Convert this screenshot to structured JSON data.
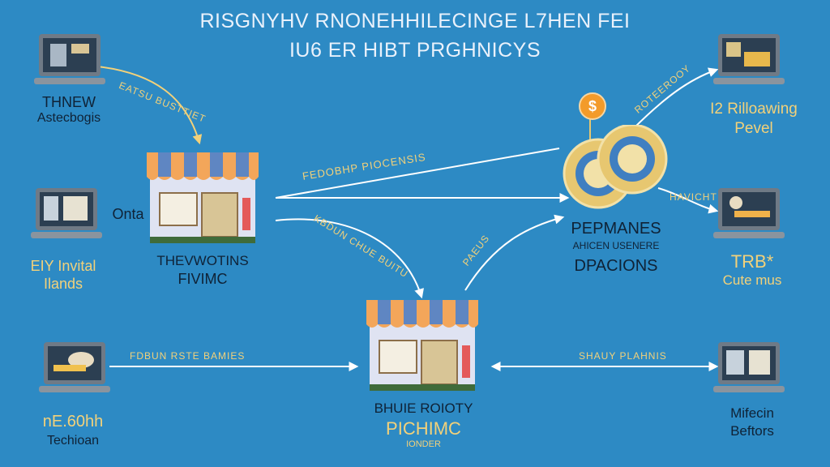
{
  "title": {
    "line1": "RISGNYHV RNONEHHILECINGE L7HEN FEI",
    "line2": "IU6 ER HIBT PRGHNICYS"
  },
  "nodes": {
    "top_left": {
      "line1": "THNEW",
      "line2": "Astecbogis"
    },
    "mid_left": {
      "side": "Onta",
      "line1": "EIY Invital",
      "line2": "Ilands"
    },
    "bottom_left": {
      "line1": "nE.60hh",
      "line2": "Techioan"
    },
    "top_right": {
      "line1": "I2 Rilloawing",
      "line2": "Pevel"
    },
    "mid_right": {
      "line1": "TRB*",
      "line2": "Cute mus"
    },
    "bottom_right": {
      "line1": "Mifecin",
      "line2": "Beftors"
    },
    "store_top": {
      "line1": "THEVWOTINS",
      "line2": "FIVIMC"
    },
    "store_bottom": {
      "line1": "BHUIE ROIOTY",
      "line2": "PICHIMC",
      "line3": "IONDER"
    },
    "coins": {
      "line1": "PEPMANES",
      "line2": "AHICEN USENERE",
      "line3": "DPACIONS",
      "symbol": "$"
    }
  },
  "connectors": {
    "top_left_arrow": "EATSU BUSTTIET",
    "store_to_coins": "FEDOBHP PIOCENSIS",
    "store_down": "KBDUN CHUE BUITU",
    "bottom_to_coins": "PAEUS",
    "coins_to_top_right": "ROTEEROOY",
    "mid_right_arrow": "HAVICHT",
    "bottom_left_arrow": "FDBUN RSTE BAMIES",
    "bottom_right_arrow": "SHAUY PLAHNIS"
  },
  "colors": {
    "background": "#2d8ac4",
    "accent_yellow": "#f2d17a",
    "awning_orange": "#f3a65a",
    "awning_blue": "#5f86c2",
    "coin_gold": "#e7c770",
    "coin_blue": "#3f7fc1",
    "dollar_orange": "#f39b2a",
    "laptop_gray": "#6f7a86",
    "laptop_screen": "#2c3f52"
  },
  "icons": [
    "laptop-icon",
    "storefront-icon",
    "coin-icon",
    "dollar-icon",
    "arrow-icon"
  ]
}
